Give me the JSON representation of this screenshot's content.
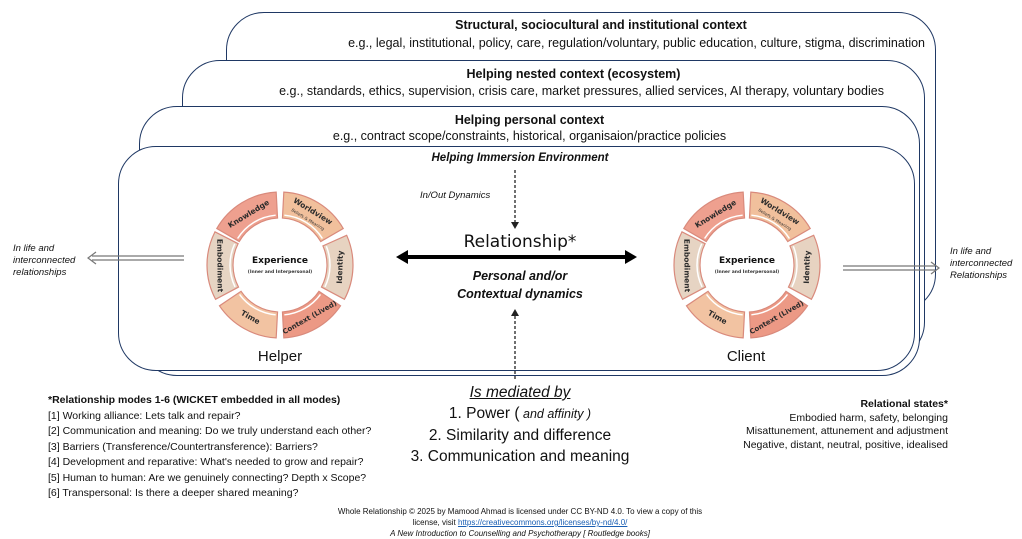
{
  "contexts": [
    {
      "title": "Structural, sociocultural and institutional context",
      "subtitle": "e.g., legal, institutional, policy, care, regulation/voluntary, public education, culture, stigma, discrimination"
    },
    {
      "title": "Helping nested context (ecosystem)",
      "subtitle": "e.g., standards, ethics, supervision, crisis care, market pressures, allied services, AI therapy, voluntary bodies"
    },
    {
      "title": "Helping personal context",
      "subtitle": "e.g., contract scope/constraints, historical, organisaion/practice policies"
    }
  ],
  "immersion": {
    "title": "Helping Immersion Environment",
    "in_out": "In/Out Dynamics",
    "relationship": "Relationship*",
    "dynamics_line1": "Personal and/or",
    "dynamics_line2": "Contextual dynamics"
  },
  "wheels": {
    "center_title": "Experience",
    "center_sub": "(Inner and Interpersonal)",
    "segments": [
      "Knowledge",
      "Worldview",
      "Identity",
      "Context (Lived)",
      "Time",
      "Embodiment"
    ],
    "worldview_sub": "Beliefs & Meaning",
    "helper_label": "Helper",
    "client_label": "Client",
    "colors": {
      "knowledge": "#eea08f",
      "worldview": "#f1c09c",
      "identity": "#e7d3c1",
      "context": "#ec9985",
      "time": "#f2c3a2",
      "embodiment": "#e6d4c3",
      "outline": "#d98a7c"
    }
  },
  "outer_left": {
    "line1": "In life and",
    "line2": "interconnected",
    "line3": "relationships"
  },
  "outer_right": {
    "line1": "In life and",
    "line2": "interconnected",
    "line3": "Relationships"
  },
  "modes": {
    "title": "*Relationship modes 1-6 (WICKET embedded in all modes)",
    "items": [
      "[1] Working alliance: Lets talk and repair?",
      "[2] Communication and meaning: Do we truly understand each other?",
      "[3] Barriers (Transference/Countertransference): Barriers?",
      "[4] Development and reparative: What's needed to grow and repair?",
      "[5] Human to human: Are we genuinely connecting? Depth x Scope?",
      "[6] Transpersonal: Is there a deeper shared meaning?"
    ]
  },
  "mediated": {
    "title": "Is mediated by",
    "item1_a": "1. Power (",
    "item1_b": " and affinity )",
    "item2": "2. Similarity and difference",
    "item3": "3. Communication and meaning"
  },
  "states": {
    "title": "Relational states*",
    "items": [
      "Embodied harm, safety, belonging",
      "Misattunement, attunement and adjustment",
      "Negative, distant, neutral, positive, idealised"
    ]
  },
  "footer": {
    "line1": "Whole Relationship © 2025 by Mamood Ahmad is licensed under CC BY-ND 4.0. To view a copy of this",
    "line2_prefix": "license, visit ",
    "link": "https://creativecommons.org/licenses/by-nd/4.0/",
    "line3": "A New Introduction to Counselling and Psychotherapy [ Routledge books]"
  },
  "colors": {
    "frame": "#1f3864",
    "link": "#1a5fb4"
  }
}
